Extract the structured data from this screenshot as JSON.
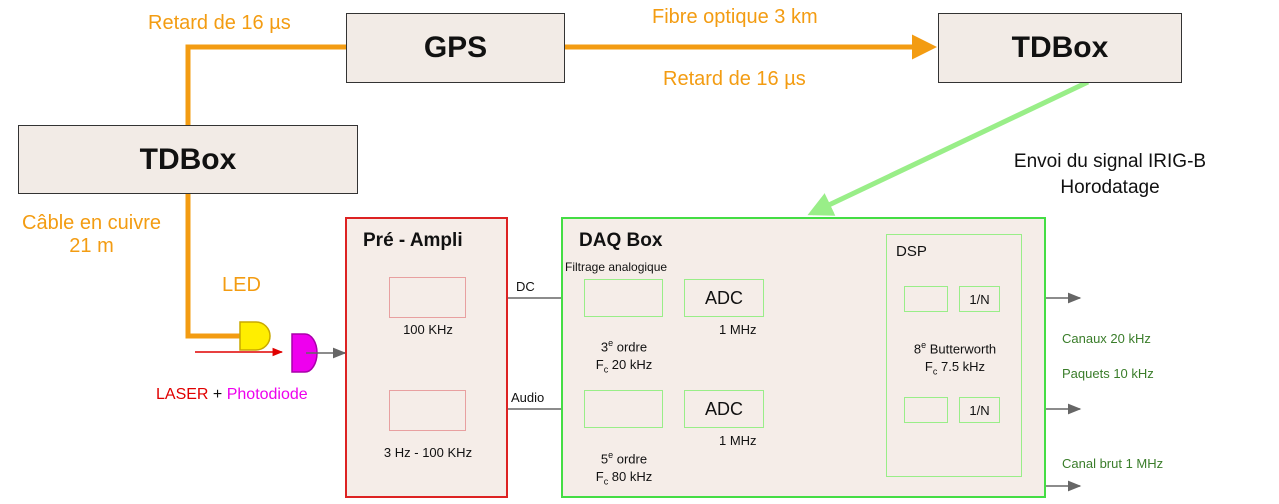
{
  "boxes": {
    "gps": "GPS",
    "tdbox_right": "TDBox",
    "tdbox_left": "TDBox"
  },
  "links": {
    "retard_left": "Retard de 16 µs",
    "fibre": "Fibre optique 3 km",
    "retard_right": "Retard de 16 µs",
    "cable_line1": "Câble en cuivre",
    "cable_line2": "21 m",
    "led": "LED",
    "irig_line1": "Envoi du signal IRIG-B",
    "irig_line2": "Horodatage"
  },
  "sources": {
    "laser": "LASER",
    "plus": "+",
    "photodiode": "Photodiode"
  },
  "preampli": {
    "title": "Pré - Ampli",
    "filter_top_label": "100 KHz",
    "filter_bottom_label": "3 Hz - 100 KHz",
    "out_dc": "DC",
    "out_audio": "Audio"
  },
  "daq": {
    "title": "DAQ Box",
    "filtrage": "Filtrage analogique",
    "adc_top": "ADC",
    "adc_bottom": "ADC",
    "adc_top_rate": "1 MHz",
    "adc_bottom_rate": "1 MHz",
    "f1_order_num": "3",
    "f1_order_sup": "e",
    "f1_order_text": " ordre",
    "f1_fc": "F",
    "f1_fc_sub": "c",
    "f1_fc_val": " 20 kHz",
    "f2_order_num": "5",
    "f2_order_sup": "e",
    "f2_order_text": " ordre",
    "f2_fc": "F",
    "f2_fc_sub": "c",
    "f2_fc_val": " 80 kHz",
    "dsp": {
      "title": "DSP",
      "div_top": "1/N",
      "div_bottom": "1/N",
      "order_num": "8",
      "order_sup": "e",
      "order_text": " Butterworth",
      "fc": "F",
      "fc_sub": "c",
      "fc_val": " 7.5 kHz"
    }
  },
  "outputs": {
    "canaux": "Canaux 20 kHz",
    "paquets": "Paquets 10 kHz",
    "canal_brut": "Canal brut 1 MHz"
  },
  "colors": {
    "orange": "#f39c12",
    "green_box": "#44dd44",
    "green_text": "#3a7d2a",
    "red_box": "#dd2222",
    "magenta": "#ee00ee",
    "led_yellow": "#ffee00",
    "laser_red": "#e00000"
  }
}
